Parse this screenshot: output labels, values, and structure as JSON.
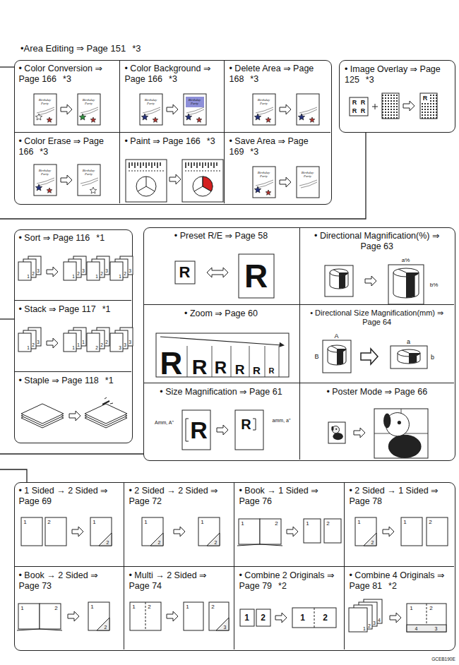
{
  "diagram": {
    "nodes": [
      {
        "text": [
          "•Area Editing ⇒ Page 151",
          "*3"
        ]
      },
      {
        "text": [
          "• Color Conversion ⇒ Page 166",
          "*3"
        ],
        "in": 0
      },
      {
        "text": [
          "• Color Background ⇒ Page 166",
          "*3"
        ],
        "in": 0
      },
      {
        "text": [
          "• Delete Area ⇒ Page 168",
          "*3"
        ],
        "in": 0
      },
      {
        "text": [
          "• Color Erase ⇒ Page 166",
          "*3"
        ],
        "in": 0
      },
      {
        "text": [
          "• Paint ⇒ Page 166",
          "*3"
        ],
        "in": 0
      },
      {
        "text": [
          "• Save Area ⇒ Page 169",
          "*3"
        ],
        "in": 0
      },
      {
        "text": [
          "• Image Overlay ⇒ Page 125",
          "*3"
        ]
      },
      {
        "text": []
      },
      {
        "text": [
          "• Sort ⇒ Page 116",
          "*1"
        ],
        "in": 8
      },
      {
        "text": [
          "• Stack ⇒ Page 117",
          "*1"
        ],
        "in": 8
      },
      {
        "text": [
          "• Staple ⇒ Page 118",
          "*1"
        ],
        "in": 8
      },
      {
        "text": []
      },
      {
        "text": [
          "• Preset R/E ⇒ Page 58"
        ],
        "in": 12
      },
      {
        "text": [
          "• Directional Magnification(%) ⇒ Page 63"
        ],
        "in": 12
      },
      {
        "text": [
          "• Zoom ⇒ Page 60"
        ],
        "in": 12
      },
      {
        "text": [
          "• Directional Size Magnification(mm) ⇒ Page 64"
        ],
        "in": 12
      },
      {
        "text": [
          "• Size Magnification ⇒ Page 61"
        ],
        "in": 12
      },
      {
        "text": [
          "• Poster Mode ⇒ Page 66"
        ],
        "in": 12
      },
      {
        "text": []
      },
      {
        "text": [
          "• 1 Sided → 2 Sided ⇒ Page 69"
        ],
        "in": 19
      },
      {
        "text": [
          "• 2 Sided → 2 Sided ⇒ Page 72"
        ],
        "in": 19
      },
      {
        "text": [
          "• Book → 1 Sided ⇒ Page 76"
        ],
        "in": 19
      },
      {
        "text": [
          "• 2 Sided → 1 Sided ⇒ Page 78"
        ],
        "in": 19
      },
      {
        "text": [
          "• Book → 2 Sided ⇒ Page 73"
        ],
        "in": 19
      },
      {
        "text": [
          "• Multi → 2 Sided ⇒ Page 74"
        ],
        "in": 19
      },
      {
        "text": [
          "• Combine 2 Originals ⇒ Page 79",
          "*2"
        ],
        "in": 19
      },
      {
        "text": [
          "• Combine 4 Originals ⇒ Page 81",
          "*2"
        ],
        "in": 19
      }
    ],
    "labels": [
      "Birthday Party",
      "Birthday Party",
      "Birthday Party",
      "Birthday Party",
      "Birthday Party",
      "Birthday Party",
      "Birthday Party",
      "Birthday Party",
      "Birthday Party",
      "R",
      "R",
      "R",
      "R",
      "R",
      "1",
      "2",
      "3",
      "1",
      "2",
      "3",
      "1",
      "2",
      "3",
      "1",
      "2",
      "3",
      "1",
      "2",
      "3",
      "1",
      "1",
      "1",
      "2",
      "2",
      "2",
      "3",
      "3",
      "3",
      "R",
      "R",
      "a%",
      "b%",
      "R",
      "R",
      "R",
      "R",
      "R",
      "R",
      "A",
      "B",
      "a",
      "b",
      "Amm, A\"",
      "R",
      "R",
      "amm, a\"",
      "1",
      "2",
      "1",
      "2",
      "1",
      "2",
      "1",
      "2",
      "1",
      "2",
      "1",
      "2",
      "1",
      "2",
      "1",
      "2",
      "1",
      "2",
      "1",
      "2",
      "1",
      "2",
      "1",
      "2",
      "3",
      "1",
      "2",
      "1",
      "2",
      "1",
      "2",
      "3",
      "4",
      "1",
      "2",
      "4",
      "3",
      "GCEB190E"
    ]
  }
}
